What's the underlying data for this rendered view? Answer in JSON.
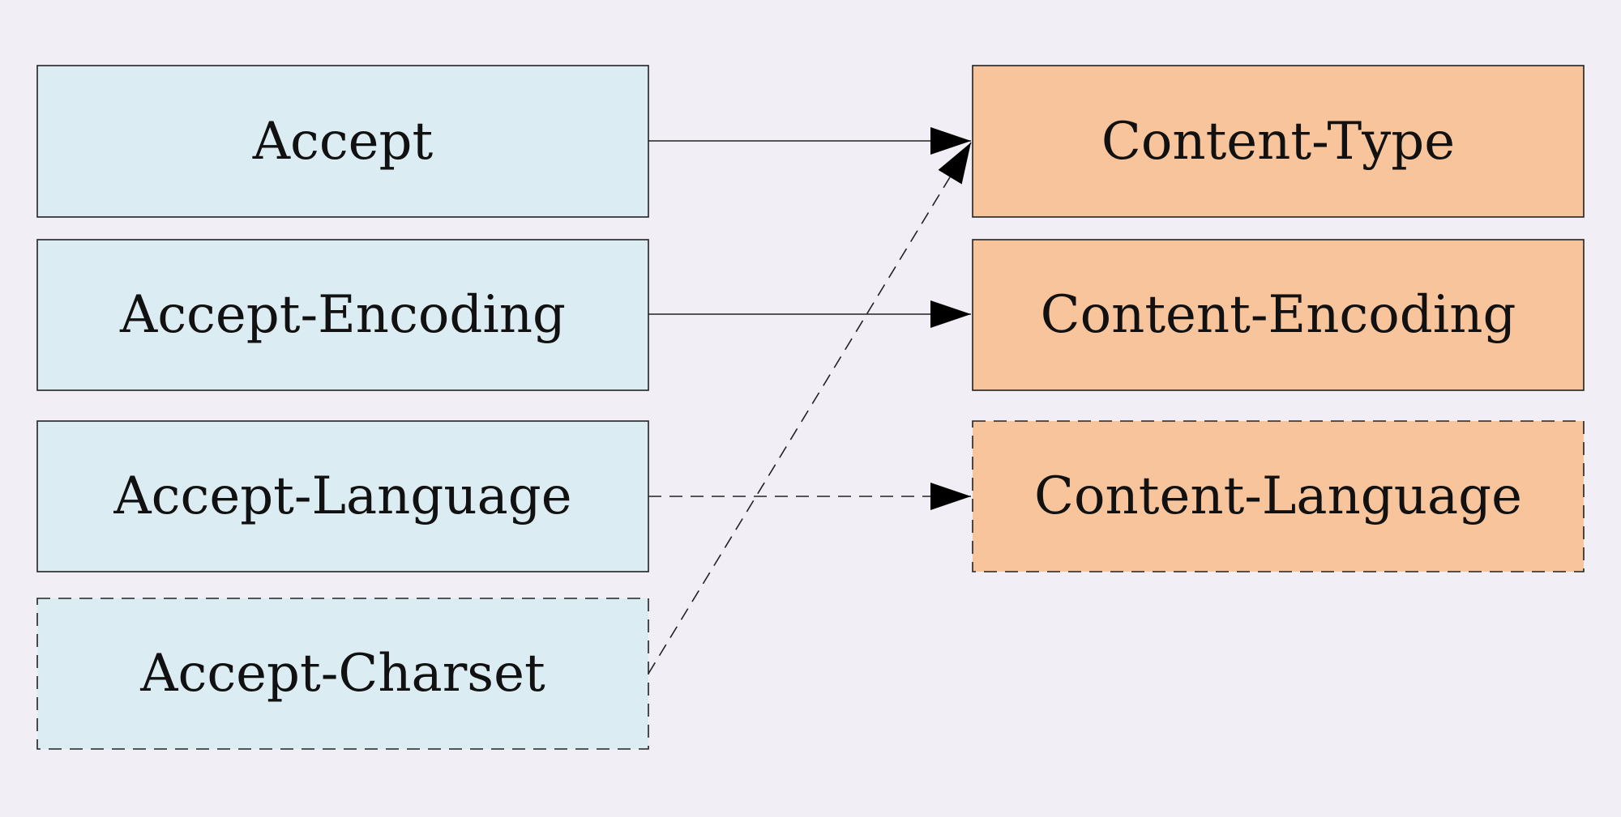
{
  "colors": {
    "background": "#f1eff5",
    "request_fill": "#dbedf3",
    "response_fill": "#f8c49b",
    "stroke": "#222222"
  },
  "request_headers": [
    {
      "label": "Accept",
      "border": "solid"
    },
    {
      "label": "Accept-Encoding",
      "border": "solid"
    },
    {
      "label": "Accept-Language",
      "border": "solid"
    },
    {
      "label": "Accept-Charset",
      "border": "dashed"
    }
  ],
  "response_headers": [
    {
      "label": "Content-Type",
      "border": "solid"
    },
    {
      "label": "Content-Encoding",
      "border": "solid"
    },
    {
      "label": "Content-Language",
      "border": "dashed"
    }
  ],
  "edges": [
    {
      "from": "Accept",
      "to": "Content-Type",
      "style": "solid"
    },
    {
      "from": "Accept-Encoding",
      "to": "Content-Encoding",
      "style": "solid"
    },
    {
      "from": "Accept-Language",
      "to": "Content-Language",
      "style": "dashed"
    },
    {
      "from": "Accept-Charset",
      "to": "Content-Type",
      "style": "dashed"
    }
  ]
}
